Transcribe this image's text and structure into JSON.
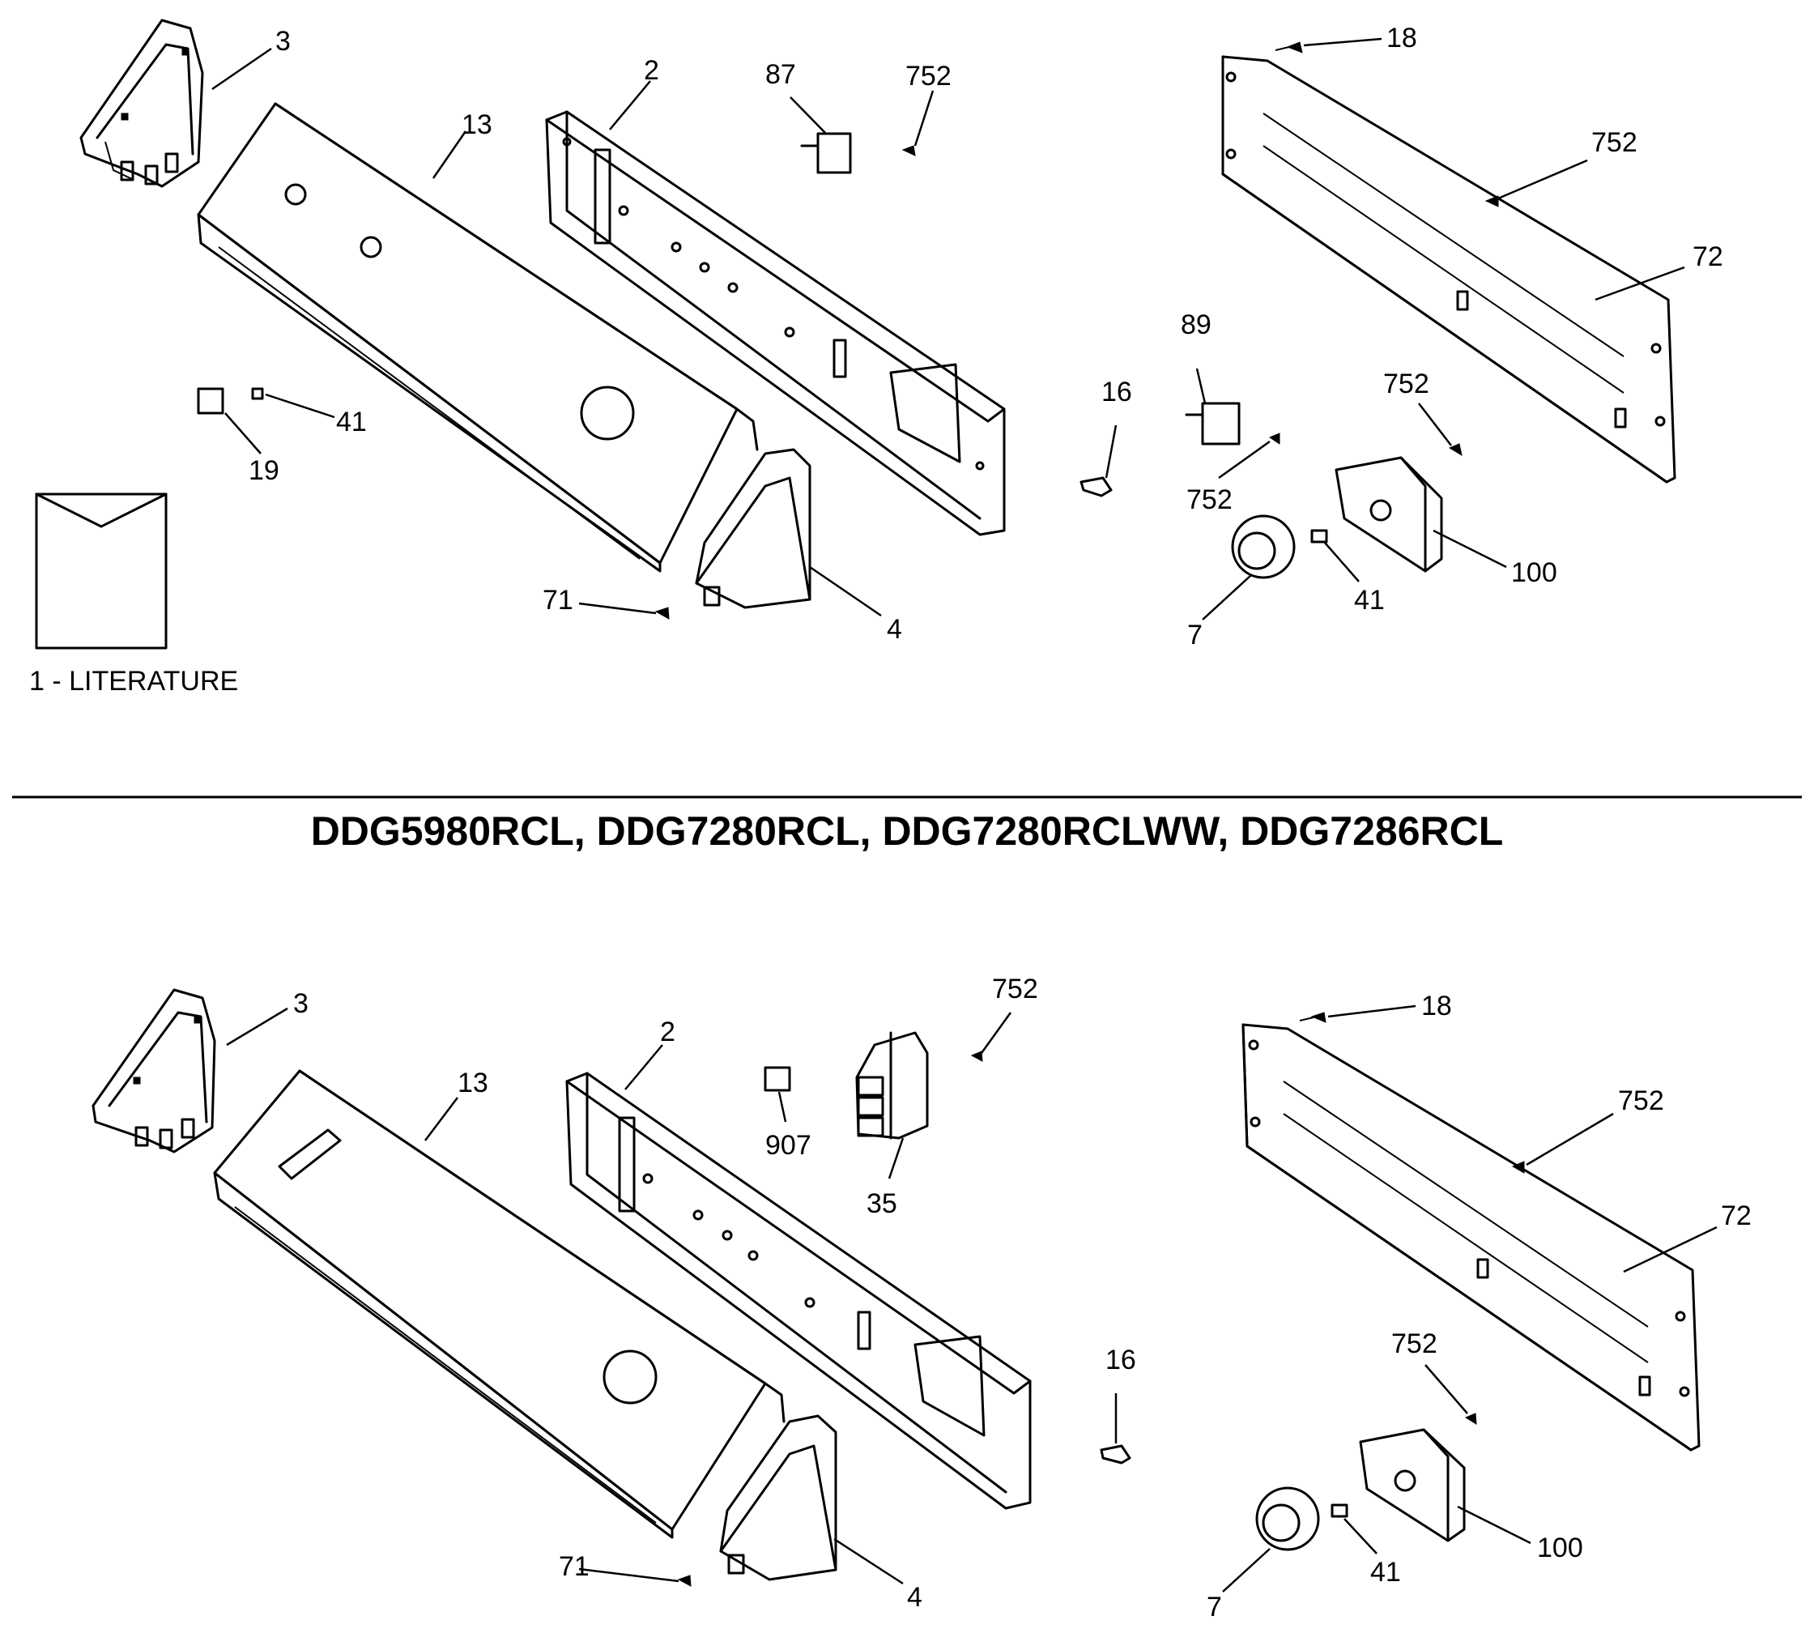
{
  "literature_label": "1 - LITERATURE",
  "model_title": "DDG5980RCL, DDG7280RCL, DDG7280RCLWW, DDG7286RCL",
  "top_callouts": {
    "c3": "3",
    "c13": "13",
    "c2": "2",
    "c87": "87",
    "c752a": "752",
    "c18": "18",
    "c752b": "752",
    "c72": "72",
    "c89": "89",
    "c16": "16",
    "c752c": "752",
    "c752d": "752",
    "c41a": "41",
    "c19": "19",
    "c71": "71",
    "c4": "4",
    "c100": "100",
    "c41b": "41",
    "c7": "7"
  },
  "bottom_callouts": {
    "c3": "3",
    "c13": "13",
    "c2": "2",
    "c907": "907",
    "c35": "35",
    "c752a": "752",
    "c18": "18",
    "c752b": "752",
    "c72": "72",
    "c16": "16",
    "c752c": "752",
    "c71": "71",
    "c4": "4",
    "c100": "100",
    "c41": "41",
    "c7": "7"
  }
}
